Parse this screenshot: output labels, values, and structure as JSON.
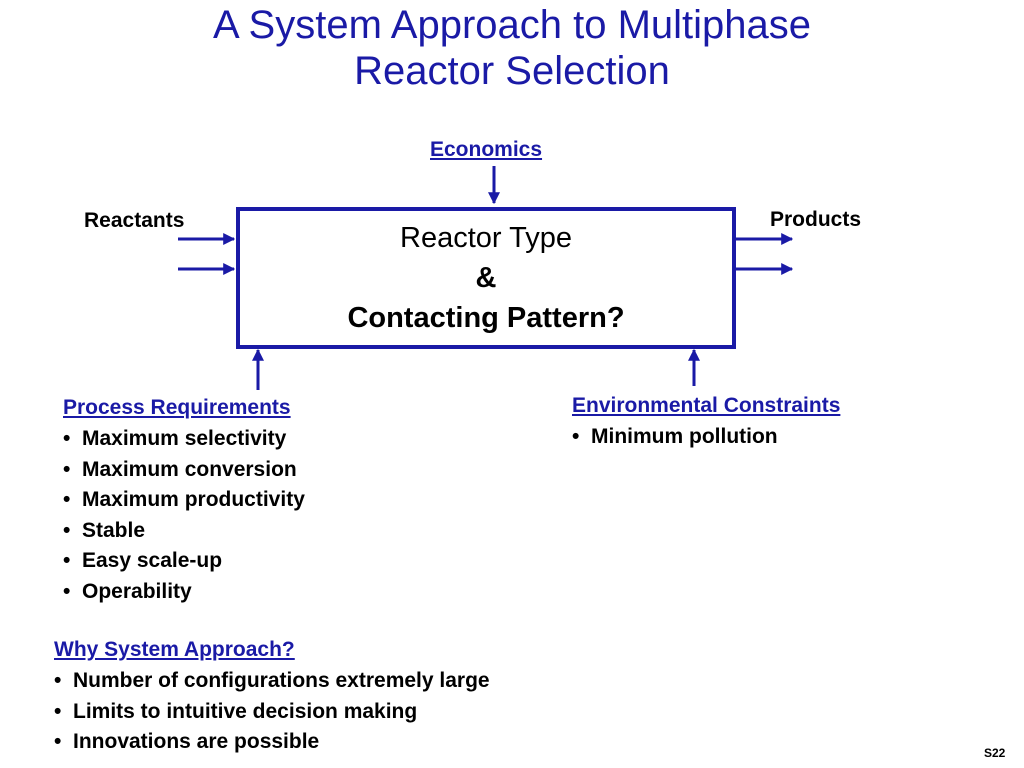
{
  "title": {
    "line1": "A System Approach to Multiphase",
    "line2": "Reactor Selection"
  },
  "diagram": {
    "economics": "Economics",
    "reactants": "Reactants",
    "products": "Products",
    "reactor_line1": "Reactor Type",
    "reactor_line2": "&",
    "reactor_line3": "Contacting Pattern?"
  },
  "process_requirements": {
    "heading": "Process Requirements",
    "items": [
      "Maximum selectivity",
      "Maximum conversion",
      "Maximum productivity",
      "Stable",
      "Easy scale-up",
      "Operability"
    ]
  },
  "environmental_constraints": {
    "heading": "Environmental Constraints",
    "items": [
      "Minimum pollution"
    ]
  },
  "why_system": {
    "heading": "Why System Approach?",
    "items": [
      "Number of configurations extremely large",
      "Limits to intuitive decision making",
      "Innovations are possible"
    ]
  },
  "bullet": "•",
  "slide_number": "S22",
  "colors": {
    "accent": "#1a1aa6",
    "text": "#000000",
    "background": "#ffffff"
  }
}
